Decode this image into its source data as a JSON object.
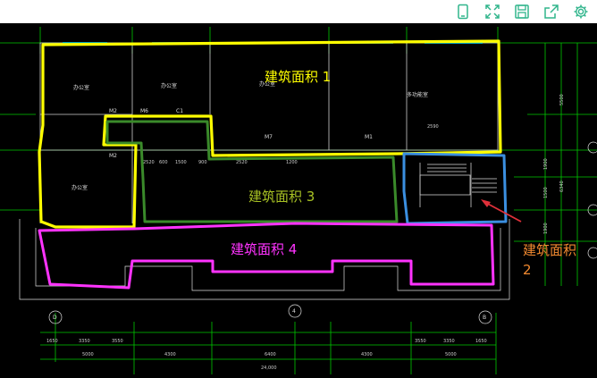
{
  "toolbar": {
    "buttons": [
      {
        "icon": "mobile-icon",
        "label": ""
      },
      {
        "icon": "expand-icon",
        "label": ""
      },
      {
        "icon": "save-icon",
        "label": ""
      },
      {
        "icon": "share-icon",
        "label": ""
      },
      {
        "icon": "gear-icon",
        "label": ""
      }
    ],
    "icon_color": "#31b58c"
  },
  "annotations": {
    "area1": "建筑面积 1",
    "area2_line1": "建筑面积",
    "area2_line2": "2",
    "area3": "建筑面积 3",
    "area4": "建筑面积 4"
  },
  "drawing": {
    "rooms": {
      "office_a": "办公室",
      "office_b": "办公室",
      "office_c": "办公室",
      "multi_room": "多功能室"
    },
    "doors": {
      "m2_top": "M2",
      "m6": "M6",
      "c1": "C1",
      "m2_bottom": "M2",
      "m7": "M7",
      "m1": "M1"
    },
    "dims_inner": [
      "2520",
      "600",
      "1500",
      "900",
      "2520",
      "1200",
      "2590"
    ],
    "dims_right": [
      "1900",
      "1500",
      "1900",
      "6340",
      "5500"
    ],
    "axes_bottom": [
      "D",
      "4",
      "B"
    ],
    "dims_bottom_row1": [
      "1650",
      "3350",
      "3550"
    ],
    "dims_bottom_row2": [
      "5000",
      "4300",
      "6400",
      "4300",
      "5000"
    ],
    "total_dim": "24,000"
  },
  "colors": {
    "area1": "#ffff00",
    "area2": "#3b8fe0",
    "area3": "#3a8a2a",
    "area4": "#ff33ff",
    "arrow": "#e0303a",
    "grid_line": "#00ff00",
    "area3_text": "#a8c224",
    "area2_text": "#f28a30"
  }
}
